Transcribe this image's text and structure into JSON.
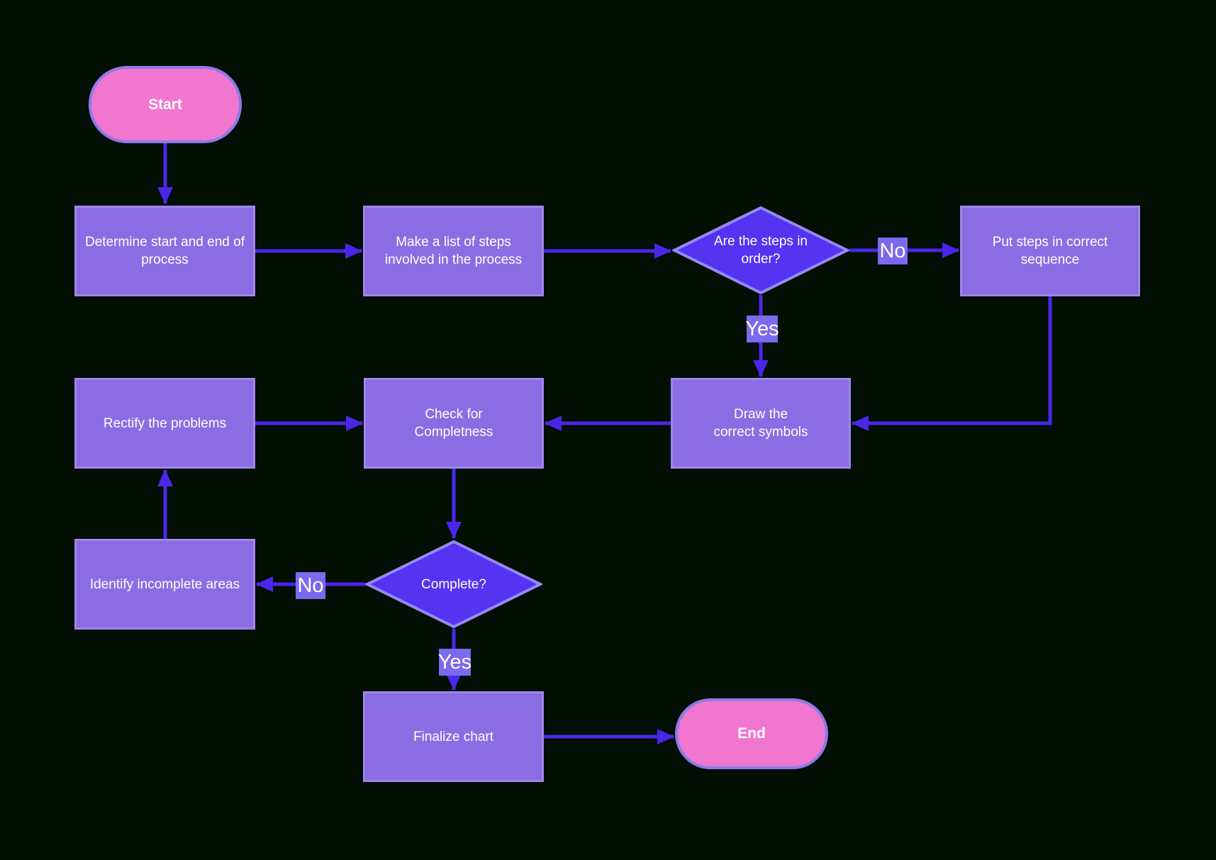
{
  "colors": {
    "background": "#030E04",
    "process_fill": "#8A6DE3",
    "process_border": "#9C87E9",
    "decision_fill": "#5632F1",
    "decision_border": "#938BEF",
    "terminator_fill": "#F176CF",
    "terminator_border": "#8B7BE8",
    "connector": "#4B26E9",
    "label_fill": "#7C69EE",
    "text": "#FFFFFF"
  },
  "nodes": {
    "start": {
      "type": "terminator",
      "label": "Start"
    },
    "determine": {
      "type": "process",
      "label": "Determine start and end of\nprocess"
    },
    "make_list": {
      "type": "process",
      "label": "Make a list of steps\ninvolved in the process"
    },
    "steps_in_order": {
      "type": "decision",
      "label": "Are the steps in\norder?"
    },
    "put_steps": {
      "type": "process",
      "label": "Put steps in correct\nsequence"
    },
    "draw_symbols": {
      "type": "process",
      "label": "Draw the\ncorrect symbols"
    },
    "check_completeness": {
      "type": "process",
      "label": "Check for\nCompletness"
    },
    "rectify": {
      "type": "process",
      "label": "Rectify the problems"
    },
    "identify": {
      "type": "process",
      "label": "Identify incomplete areas"
    },
    "complete": {
      "type": "decision",
      "label": "Complete?"
    },
    "finalize": {
      "type": "process",
      "label": "Finalize chart"
    },
    "end": {
      "type": "terminator",
      "label": "End"
    }
  },
  "edge_labels": {
    "order_no": "No",
    "order_yes": "Yes",
    "complete_no": "No",
    "complete_yes": "Yes"
  },
  "edges": [
    {
      "from": "Start",
      "to": "Determine start and end of process"
    },
    {
      "from": "Determine start and end of process",
      "to": "Make a list of steps involved in the process"
    },
    {
      "from": "Make a list of steps involved in the process",
      "to": "Are the steps in order?"
    },
    {
      "from": "Are the steps in order?",
      "to": "Put steps in correct sequence",
      "label": "No"
    },
    {
      "from": "Are the steps in order?",
      "to": "Draw the correct symbols",
      "label": "Yes"
    },
    {
      "from": "Put steps in correct sequence",
      "to": "Draw the correct symbols"
    },
    {
      "from": "Draw the correct symbols",
      "to": "Check for Completness"
    },
    {
      "from": "Rectify the problems",
      "to": "Check for Completness"
    },
    {
      "from": "Check for Completness",
      "to": "Complete?"
    },
    {
      "from": "Complete?",
      "to": "Identify incomplete areas",
      "label": "No"
    },
    {
      "from": "Identify incomplete areas",
      "to": "Rectify the problems"
    },
    {
      "from": "Complete?",
      "to": "Finalize chart",
      "label": "Yes"
    },
    {
      "from": "Finalize chart",
      "to": "End"
    }
  ]
}
